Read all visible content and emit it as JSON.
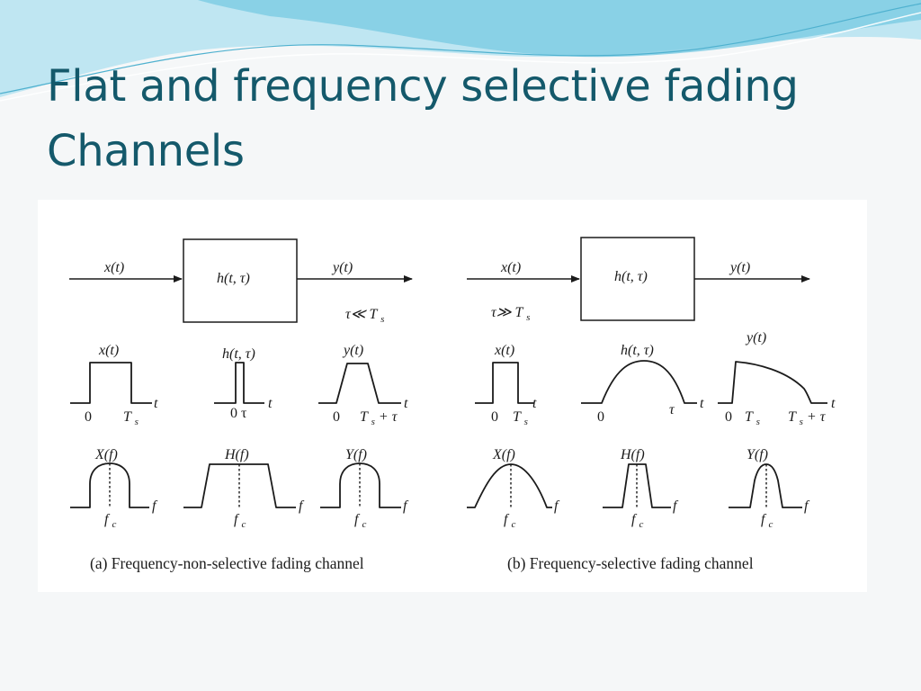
{
  "slide": {
    "title_line1": "Flat and frequency selective fading",
    "title_line2": "Channels"
  },
  "colors": {
    "title": "#14596b",
    "wave_light": "#bfe6f2",
    "wave_mid": "#7fcde4",
    "wave_line": "#4fb1cf",
    "background": "#f5f7f8",
    "figure_bg": "#ffffff"
  },
  "figure": {
    "panel_a": {
      "caption": "(a) Frequency-non-selective fading channel",
      "block_label": "h(t, τ)",
      "input_label": "x(t)",
      "output_label": "y(t)",
      "condition": "τ≪ T",
      "condition_sub": "s",
      "time_row": {
        "x_label": "x(t)",
        "h_label": "h(t, τ)",
        "y_label": "y(t)",
        "t": "t",
        "zero": "0",
        "Ts": "T",
        "s": "s",
        "h_tick": "0 τ",
        "y_end": "T",
        "y_end_suffix": "+ τ"
      },
      "freq_row": {
        "X_label": "X(f)",
        "H_label": "H(f)",
        "Y_label": "Y(f)",
        "f": "f",
        "fc": "f",
        "c": "c"
      }
    },
    "panel_b": {
      "caption": "(b) Frequency-selective fading channel",
      "block_label": "h(t, τ)",
      "input_label": "x(t)",
      "output_label": "y(t)",
      "condition": "τ≫ T",
      "condition_sub": "s",
      "time_row": {
        "x_label": "x(t)",
        "h_label": "h(t, τ)",
        "y_label": "y(t)",
        "t": "t",
        "zero": "0",
        "Ts": "T",
        "s": "s",
        "tau": "τ",
        "y_end": "T",
        "y_end_suffix": "+ τ"
      },
      "freq_row": {
        "X_label": "X(f)",
        "H_label": "H(f)",
        "Y_label": "Y(f)",
        "f": "f",
        "fc": "f",
        "c": "c"
      }
    }
  }
}
